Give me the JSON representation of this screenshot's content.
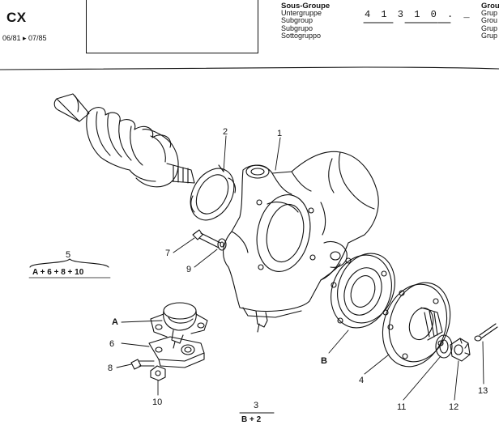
{
  "header": {
    "model": "CX",
    "dates": "06/81 ▸ 07/85",
    "subgroup_labels": [
      "Sous-Groupe",
      "Untergruppe",
      "Subgroup",
      "Subgrupo",
      "Sottogruppo"
    ],
    "subgroup_code": "4 1 3   1 0 . _",
    "group_labels": [
      "Grou",
      "Grup",
      "Grou",
      "Grup",
      "Grup"
    ]
  },
  "callouts": {
    "c1": "1",
    "c2": "2",
    "c3_num": "3",
    "c3_formula": "B + 2",
    "c4": "4",
    "c5_num": "5",
    "c5_formula": "A + 6 + 8 + 10",
    "c6": "6",
    "c7": "7",
    "c8": "8",
    "c9": "9",
    "c10": "10",
    "c11": "11",
    "c12": "12",
    "c13": "13",
    "cA": "A",
    "cB": "B"
  }
}
